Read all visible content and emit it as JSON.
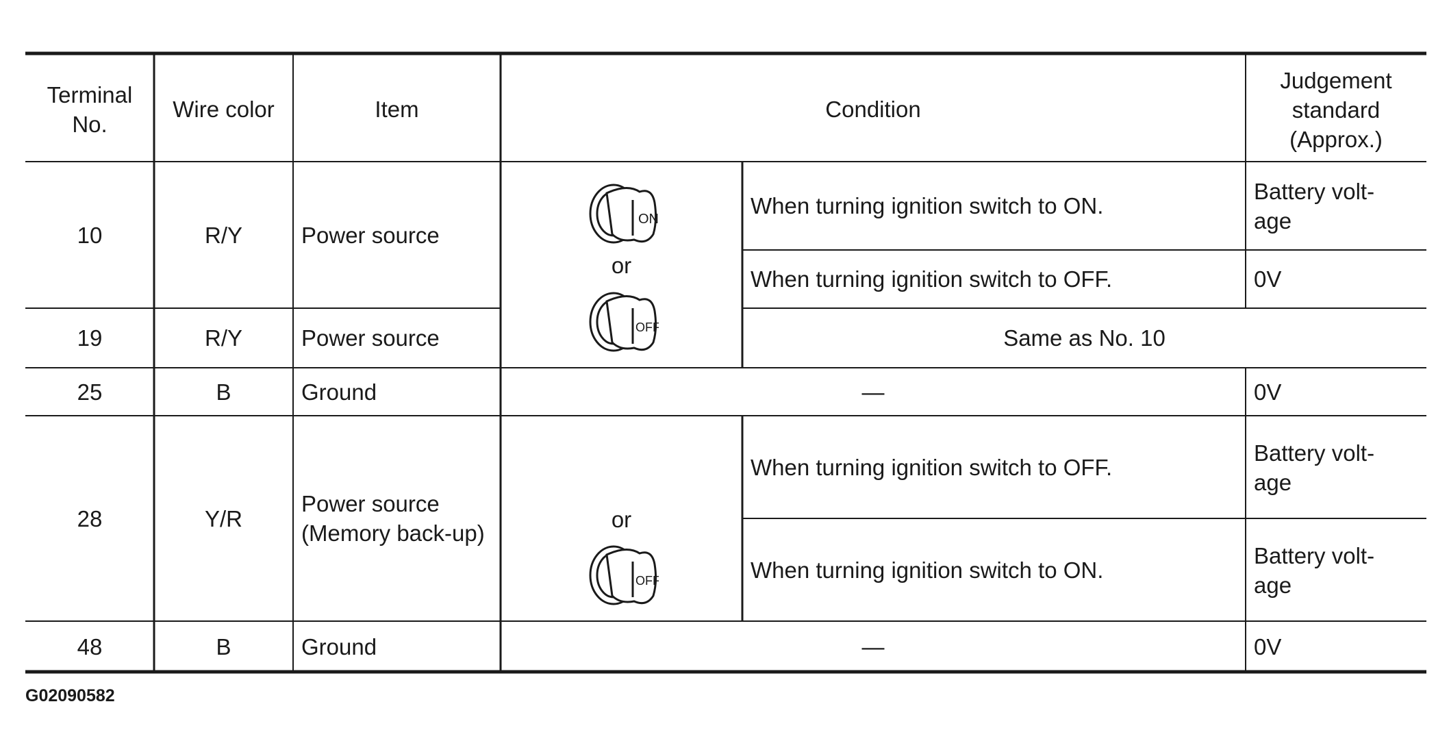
{
  "table": {
    "headers": {
      "terminal": [
        "Terminal",
        "No."
      ],
      "wire_color": "Wire color",
      "item": "Item",
      "condition": "Condition",
      "judgement": [
        "Judgement",
        "standard",
        "(Approx.)"
      ]
    },
    "rows": [
      {
        "terminal": "10",
        "wire_color": "R/Y",
        "item": "Power source",
        "conditions": [
          {
            "text": "When turning ignition switch to ON.",
            "judgement": [
              "Battery volt-",
              "age"
            ]
          },
          {
            "text": "When turning ignition switch to OFF.",
            "judgement": [
              "0V"
            ]
          }
        ]
      },
      {
        "terminal": "19",
        "wire_color": "R/Y",
        "item": "Power source",
        "same_as": "Same as No. 10"
      },
      {
        "terminal": "25",
        "wire_color": "B",
        "item": "Ground",
        "condition_dash": "—",
        "judgement": "0V"
      },
      {
        "terminal": "28",
        "wire_color": "Y/R",
        "item": [
          "Power source",
          "(Memory back-up)"
        ],
        "conditions": [
          {
            "text": "When turning ignition switch to OFF.",
            "judgement": [
              "Battery volt-",
              "age"
            ]
          },
          {
            "text": "When turning ignition switch to ON.",
            "judgement": [
              "Battery volt-",
              "age"
            ]
          }
        ]
      },
      {
        "terminal": "48",
        "wire_color": "B",
        "item": "Ground",
        "condition_dash": "—",
        "judgement": "0V"
      }
    ],
    "switch_icons": {
      "or_label": "or",
      "on_label": "ON",
      "off_label": "OFF",
      "icons": [
        "ignition-key-on-icon",
        "ignition-key-off-icon"
      ]
    }
  },
  "figure_id": "G02090582"
}
